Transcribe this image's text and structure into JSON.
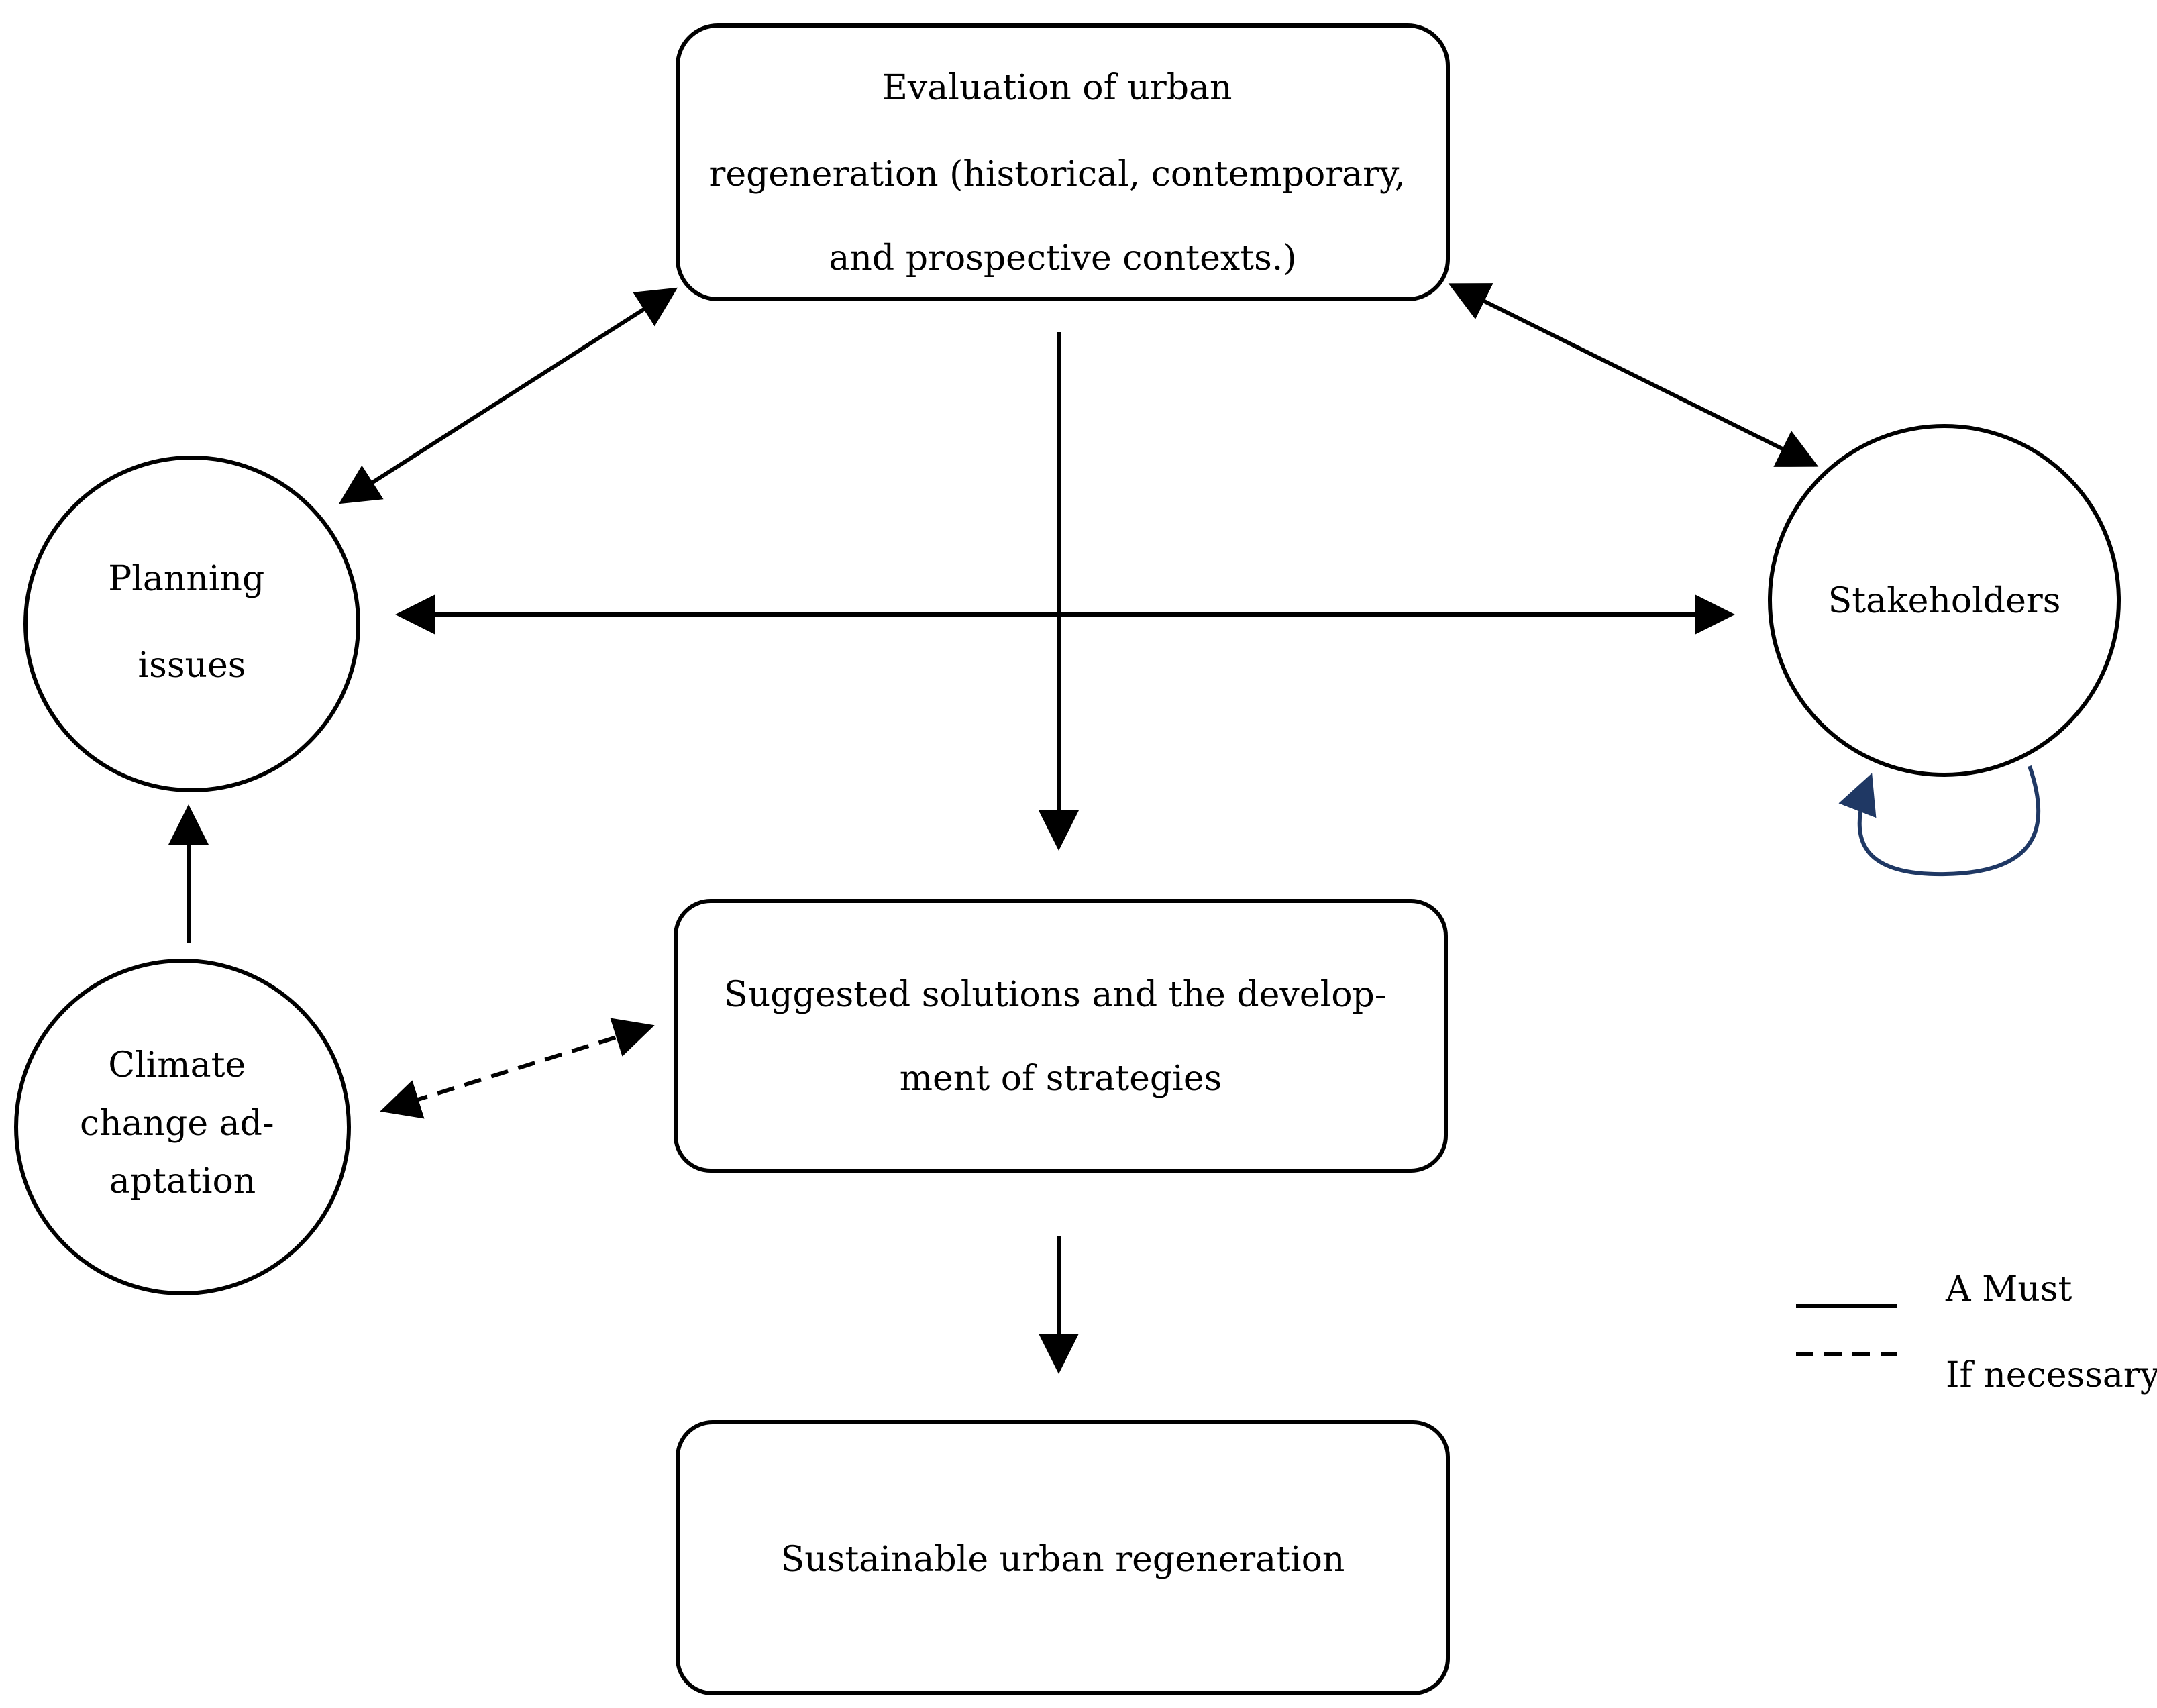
{
  "nodes": {
    "evaluation": {
      "lines": [
        "Evaluation of urban",
        "regeneration (historical, contemporary,",
        "and prospective contexts.)"
      ]
    },
    "planning": {
      "lines": [
        "Planning",
        "issues"
      ]
    },
    "stakeholders": {
      "lines": [
        "Stakeholders"
      ]
    },
    "climate": {
      "lines": [
        "Climate",
        "change ad-",
        "aptation"
      ]
    },
    "solutions": {
      "lines": [
        "Suggested solutions and the develop-",
        "ment of strategies"
      ]
    },
    "sustainable": {
      "lines": [
        "Sustainable urban regeneration"
      ]
    }
  },
  "legend": {
    "must_label": "A Must",
    "necessary_label": "If necessary"
  },
  "colors": {
    "line": "#000000",
    "self_loop": "#1f3864",
    "background": "#ffffff"
  }
}
